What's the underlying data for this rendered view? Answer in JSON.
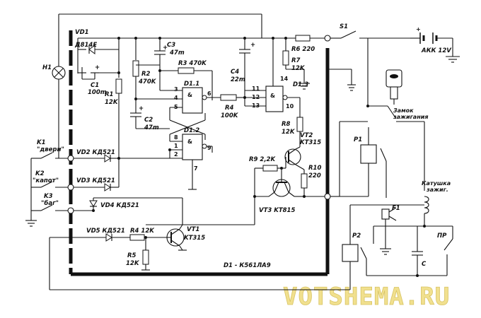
{
  "title": "D1 - К561ЛА9",
  "watermark": "VOTSHEMA.RU",
  "labels": {
    "vd1": "VD1",
    "vd1_type": "Д814Е",
    "c1": "C1",
    "c1_val": "100m",
    "r1": "R1",
    "r1_val": "12K",
    "r2": "R2",
    "r2_val": "470K",
    "c3": "C3",
    "c3_val": "47m",
    "r3": "R3 470K",
    "d11": "D1.1",
    "c2": "C2",
    "c2_val": "47m",
    "d12": "D1.2",
    "r4a": "R4",
    "r4a_val": "100K",
    "c4": "C4",
    "c4_val": "22m",
    "d13": "D1.3",
    "r7": "R7",
    "r7_val": "12K",
    "r6": "R6 220",
    "r8": "R8",
    "r8_val": "12K",
    "vt2": "VT2",
    "vt2_type": "KT315",
    "r9": "R9 2,2K",
    "r10": "R10",
    "r10_val": "220",
    "vt3": "VT3 KT815",
    "vd2": "VD2 КД521",
    "vd3": "VD3 КД521",
    "vd4": "VD4 КД521",
    "vd5": "VD5 КД521",
    "r4b": "R4 12K",
    "r5": "R5",
    "r5_val": "12K",
    "vt1": "VT1",
    "vt1_type": "KT315",
    "h1": "H1",
    "k1": "K1",
    "k1_name": "\"двери\"",
    "k2": "K2",
    "k2_name": "\"капот\"",
    "k3": "K3",
    "k3_name": "\"баг\"",
    "s1": "S1",
    "akk": "АКК 12V",
    "lock1": "Замок",
    "lock2": "зажигания",
    "p1": "P1",
    "p2": "P2",
    "f1": "F1",
    "coil1": "Катушка",
    "coil2": "зажиг.",
    "pr": "ПР",
    "c": "C"
  },
  "pins": [
    "3",
    "4",
    "5",
    "6",
    "8",
    "1",
    "2",
    "9",
    "7",
    "11",
    "12",
    "13",
    "10",
    "14"
  ]
}
